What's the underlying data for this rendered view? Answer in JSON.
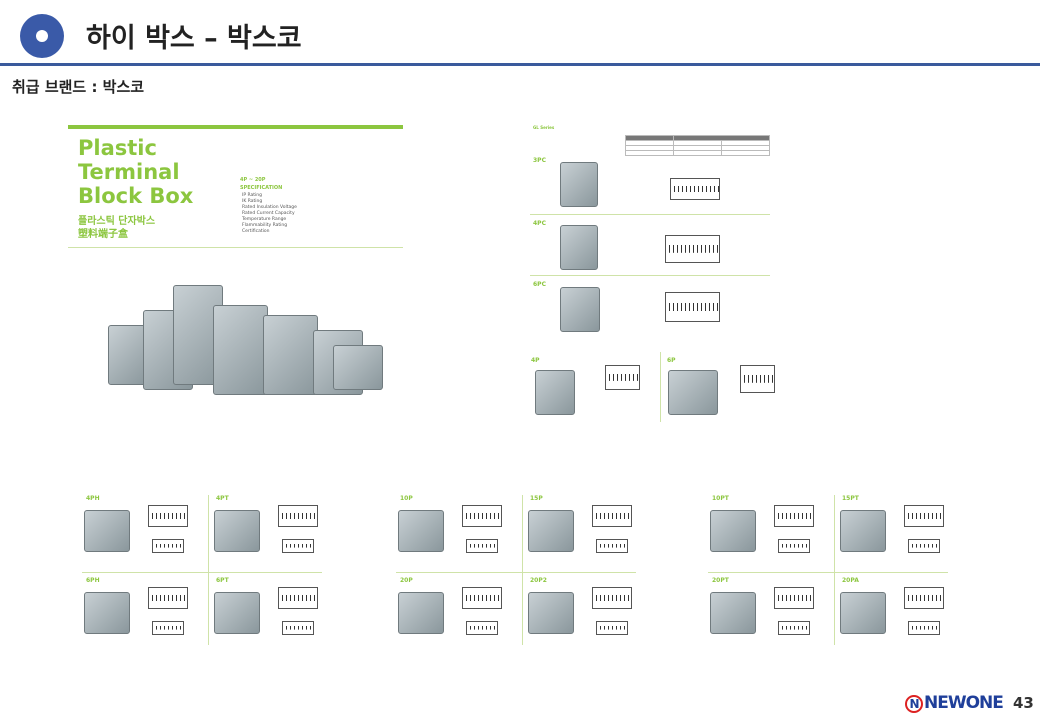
{
  "header": {
    "title": "하이 박스 – 박스코",
    "brand_line": "취급 브랜드 : 박스코"
  },
  "catalog": {
    "title_lines": [
      "Plastic",
      "Terminal",
      "Block Box"
    ],
    "korean_name": "플라스틱 단자박스",
    "chinese_name": "塑料端子盒",
    "range": "4P ~ 20P",
    "spec_heading": "SPECIFICATION",
    "specs": [
      "IP Rating",
      "IK Rating",
      "Rated Insulation Voltage",
      "Rated Current Capacity",
      "Temperature Range",
      "Flammability Rating",
      "Certification"
    ],
    "series_title": "GL Series",
    "pc_labels": [
      "3PC",
      "4PC",
      "6PC"
    ],
    "p_labels": [
      "4P",
      "6P"
    ]
  },
  "groups": [
    {
      "items": [
        "4PH",
        "4PT",
        "6PH",
        "6PT"
      ]
    },
    {
      "items": [
        "10P",
        "15P",
        "20P",
        "20P2"
      ]
    },
    {
      "items": [
        "10PT",
        "15PT",
        "20PT",
        "20PA"
      ]
    }
  ],
  "footer": {
    "logo": "NEWONE",
    "page_number": "43"
  },
  "colors": {
    "accent": "#3a5aa8",
    "green": "#8cc63f"
  }
}
